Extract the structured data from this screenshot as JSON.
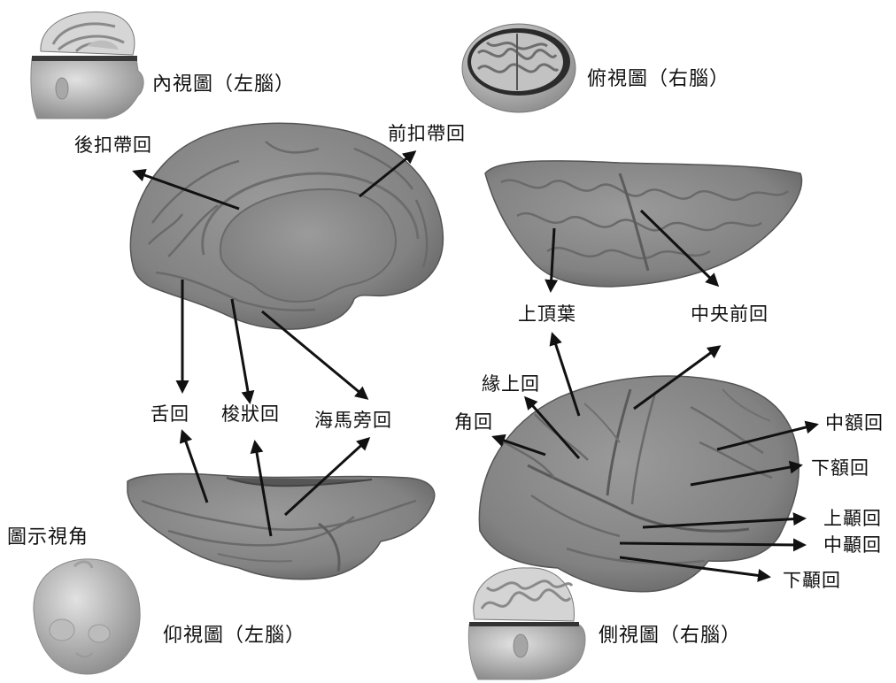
{
  "views": {
    "medial": "內視圖（左腦）",
    "top": "俯視圖（右腦）",
    "bottom": "仰視圖（左腦）",
    "lateral": "側視圖（右腦）",
    "angle_caption": "圖示視角"
  },
  "medial_labels": {
    "posterior_cingulate": "後扣帶回",
    "anterior_cingulate": "前扣帶回"
  },
  "bottom_labels": {
    "lingual": "舌回",
    "fusiform": "梭狀回",
    "parahippocampal": "海馬旁回"
  },
  "top_labels": {
    "superior_parietal": "上頂葉",
    "precentral": "中央前回"
  },
  "lateral_labels": {
    "supramarginal": "緣上回",
    "angular": "角回",
    "middle_frontal": "中額回",
    "inferior_frontal": "下額回",
    "superior_temporal": "上顳回",
    "middle_temporal": "中顳回",
    "inferior_temporal": "下顳回"
  }
}
